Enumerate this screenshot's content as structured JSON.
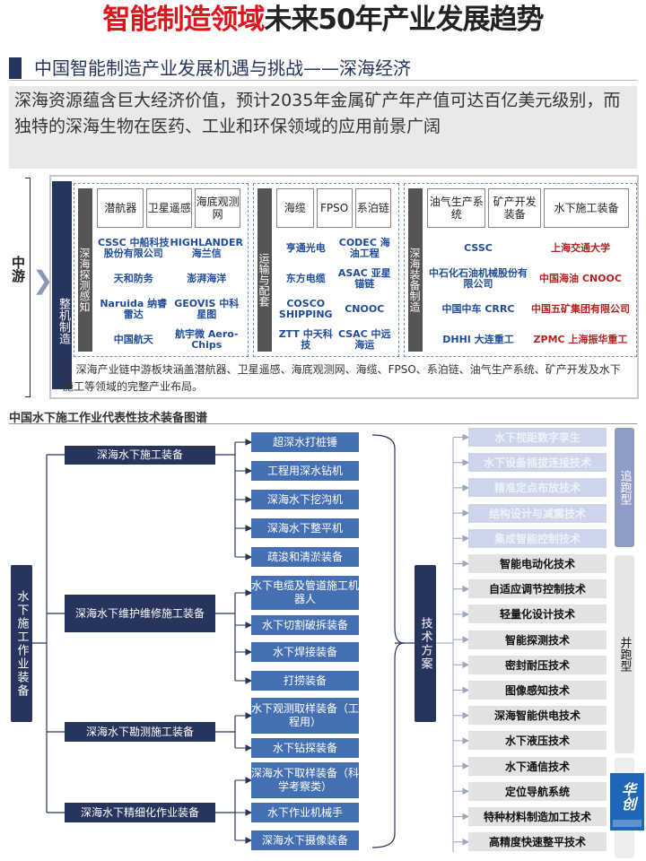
{
  "title": {
    "part1": "智能制造领域",
    "part2": "未来50年产业发展趋势"
  },
  "subtitle": "中国智能制造产业发展机遇与挑战——深海经济",
  "summary": "深海资源蕴含巨大经济价值，预计2035年金属矿产年产值可达百亿美元级别，而独特的深海生物在医药、工业和环保领域的应用前景广阔",
  "midstream": {
    "stage": "中游",
    "column": "整机制造",
    "groups": [
      {
        "label": "深海探测感知",
        "categories": [
          "潜航器",
          "卫星遥感",
          "海底观测网"
        ],
        "logos": [
          "CSSC 中船科技股份有限公司",
          "HIGHLANDER 海兰信",
          "天和防务",
          "澎湃海洋",
          "Naruida 纳睿雷达",
          "GEOVIS 中科星图",
          "中国航天",
          "航宇微 Aero-Chips"
        ]
      },
      {
        "label": "运输与配套",
        "categories": [
          "海缆",
          "FPSO",
          "系泊链"
        ],
        "logos": [
          "亨通光电",
          "CODEC 海油工程",
          "东方电缆",
          "ASAC 亚星锚链",
          "COSCO SHIPPING",
          "CNOOC",
          "ZTT 中天科技",
          "CSAC 中远海运"
        ]
      },
      {
        "label": "深海装备制造",
        "categories": [
          "油气生产系统",
          "矿产开发装备",
          "水下施工装备"
        ],
        "logos": [
          "CSSC",
          "上海交通大学",
          "中石化石油机械股份有限公司",
          "中国海油 CNOOC",
          "中国中车 CRRC",
          "中国五矿集团有限公司",
          "DHHI 大连重工",
          "ZPMC 上海振华重工"
        ]
      }
    ],
    "note": "深海产业链中游板块涵盖潜航器、卫星遥感、海底观测网、海缆、FPSO、系泊链、油气生产系统、矿产开发及水下施工等领域的完整产业布局。"
  },
  "diagram": {
    "title": "中国水下施工作业代表性技术装备图谱",
    "root": "水下施工作业装备",
    "center": "技术方案",
    "categories": [
      "深海水下施工装备",
      "深海水下维护维修施工装备",
      "深海水下勘测施工装备",
      "深海水下精细化作业装备"
    ],
    "items": [
      "超深水打桩锤",
      "工程用深水钻机",
      "深海水下挖沟机",
      "深海水下整平机",
      "疏浚和清淤装备",
      "水下电缆及管道施工机器人",
      "水下切割破拆装备",
      "水下焊接装备",
      "打捞装备",
      "水下观测取样装备（工程用）",
      "水下钻探装备",
      "深海水下取样装备（科学考察类）",
      "水下作业机械手",
      "深海水下摄像装备"
    ],
    "techs": [
      "水下视距数字孪生",
      "水下设备插拔连接技术",
      "精准定点布放技术",
      "结构设计与减震技术",
      "集成智能控制技术",
      "智能电动化技术",
      "自适应调节控制技术",
      "轻量化设计技术",
      "智能探测技术",
      "密封耐压技术",
      "图像感知技术",
      "深海智能供电技术",
      "水下液压技术",
      "水下通信技术",
      "定位导航系统",
      "特种材料制造加工技术",
      "高精度快速整平技术"
    ],
    "side_labels": [
      "追跑型",
      "并跑型"
    ]
  },
  "watermark": "华创"
}
